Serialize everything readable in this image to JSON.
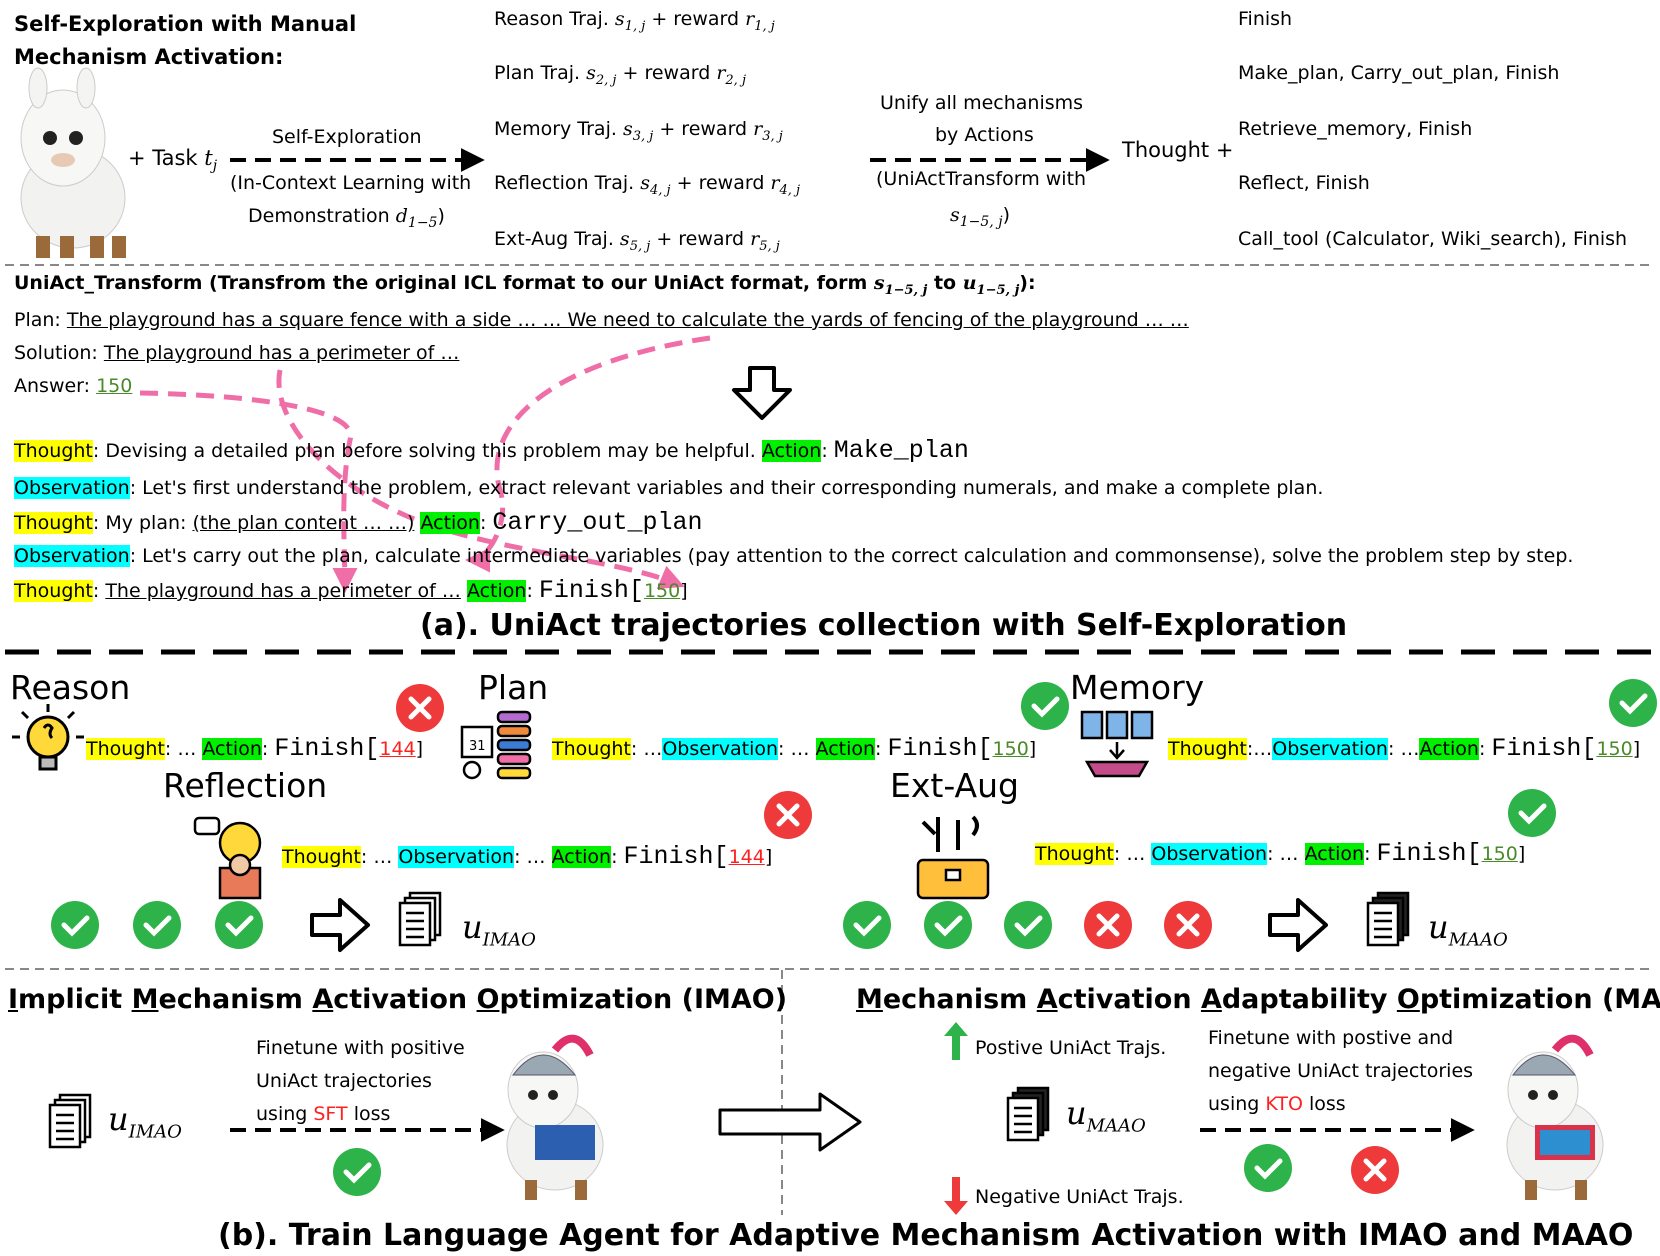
{
  "top": {
    "intro": [
      "Self-Exploration with Manual",
      "Mechanism Activation:"
    ],
    "task": "+ Task",
    "task_var": "t",
    "task_sub": "j",
    "self_exploration": "Self-Exploration",
    "icl_line1": "(In-Context Learning with",
    "icl_line2": "Demonstration",
    "icl_var": "d",
    "icl_sub": "1−5",
    "icl_close": ")",
    "trajs": [
      {
        "name": "Reason Traj.",
        "s_sub": "1, j",
        "r_sub": "1, j"
      },
      {
        "name": "Plan Traj.",
        "s_sub": "2, j",
        "r_sub": "2, j"
      },
      {
        "name": "Memory Traj.",
        "s_sub": "3, j",
        "r_sub": "3, j"
      },
      {
        "name": "Reflection Traj.",
        "s_sub": "4, j",
        "r_sub": "4, j"
      },
      {
        "name": "Ext-Aug Traj.",
        "s_sub": "5, j",
        "r_sub": "5, j"
      }
    ],
    "reward_word": "+ reward",
    "unify_line1": "Unify all mechanisms",
    "unify_line2": "by Actions",
    "transform_line1": "(UniActTransform with",
    "transform_var": "s",
    "transform_sub": "1−5, j",
    "transform_close": ")",
    "thought_plus": "Thought +",
    "actions": [
      "Finish",
      "Make_plan, Carry_out_plan, Finish",
      "Retrieve_memory, Finish",
      "Reflect, Finish",
      "Call_tool (Calculator, Wiki_search), Finish"
    ]
  },
  "uniact": {
    "header": "UniAct_Transform (Transfrom the original ICL format to our UniAct format, form",
    "header_s": "s",
    "header_s_sub": "1−5, j",
    "header_to": "to",
    "header_u": "u",
    "header_u_sub": "1−5, j",
    "header_end": "):",
    "plan_label": "Plan:",
    "plan_text": "The playground has a square fence with a side … … We need to calculate the yards of fencing of the playground … …",
    "solution_label": "Solution:",
    "solution_text": "The playground has a perimeter of …",
    "answer_label": "Answer:",
    "answer_value": "150",
    "thought": "Thought",
    "action": "Action",
    "observation": "Observation",
    "line1_text": ": Devising a detailed plan before solving this problem may be helpful.",
    "line1_action": "Make_plan",
    "line2_text": ": Let's first understand the problem, extract relevant variables and their corresponding numerals, and make a complete plan.",
    "line3_pre": ": My plan:",
    "line3_plan": "(the plan content … …)",
    "line3_action": "Carry_out_plan",
    "line4_text": ": Let's carry out the plan, calculate intermediate variables (pay attention to the correct calculation and commonsense), solve the problem step by step.",
    "line5_text": "The playground has a perimeter of …",
    "line5_action": "Finish[",
    "line5_value": "150",
    "line5_close": "]"
  },
  "caption_a": "(a). UniAct trajectories collection with Self-Exploration",
  "mechanisms": {
    "reason": {
      "title": "Reason",
      "value": "144"
    },
    "plan": {
      "title": "Plan",
      "value": "150"
    },
    "memory": {
      "title": "Memory",
      "value": "150"
    },
    "reflection": {
      "title": "Reflection",
      "value": "144"
    },
    "extaug": {
      "title": "Ext-Aug",
      "value": "150"
    },
    "thought": "Thought",
    "observation": "Observation",
    "action": "Action",
    "dots": "…",
    "finish": "Finish[",
    "close": "]"
  },
  "datasets": {
    "u": "u",
    "imao_sub": "IMAO",
    "maao_sub": "MAAO"
  },
  "imao": {
    "title_parts": [
      "I",
      "mplicit ",
      "M",
      "echanism ",
      "A",
      "ctivation ",
      "O",
      "ptimization (IMAO)"
    ],
    "ft_line1": "Finetune with positive",
    "ft_line2": "UniAct trajectories",
    "ft_using": "using",
    "ft_loss": "SFT",
    "ft_loss_word": "loss"
  },
  "maao": {
    "title_parts": [
      "M",
      "echanism ",
      "A",
      "ctivation ",
      "A",
      "daptability ",
      "O",
      "ptimization (MAAO)"
    ],
    "pos_label": "Postive UniAct Trajs.",
    "neg_label": "Negative UniAct Trajs.",
    "ft_line1": "Finetune with postive and",
    "ft_line2": "negative UniAct trajectories",
    "ft_using": "using",
    "ft_loss": "KTO",
    "ft_loss_word": "loss"
  },
  "caption_b": "(b). Train Language Agent for Adaptive Mechanism Activation with IMAO and MAAO",
  "colors": {
    "check": "#2db34a",
    "cross": "#ee3a3a",
    "pink": "#f06ea8",
    "highlight_yellow": "#ffff00",
    "highlight_green": "#00f000",
    "highlight_cyan": "#00ffff"
  }
}
